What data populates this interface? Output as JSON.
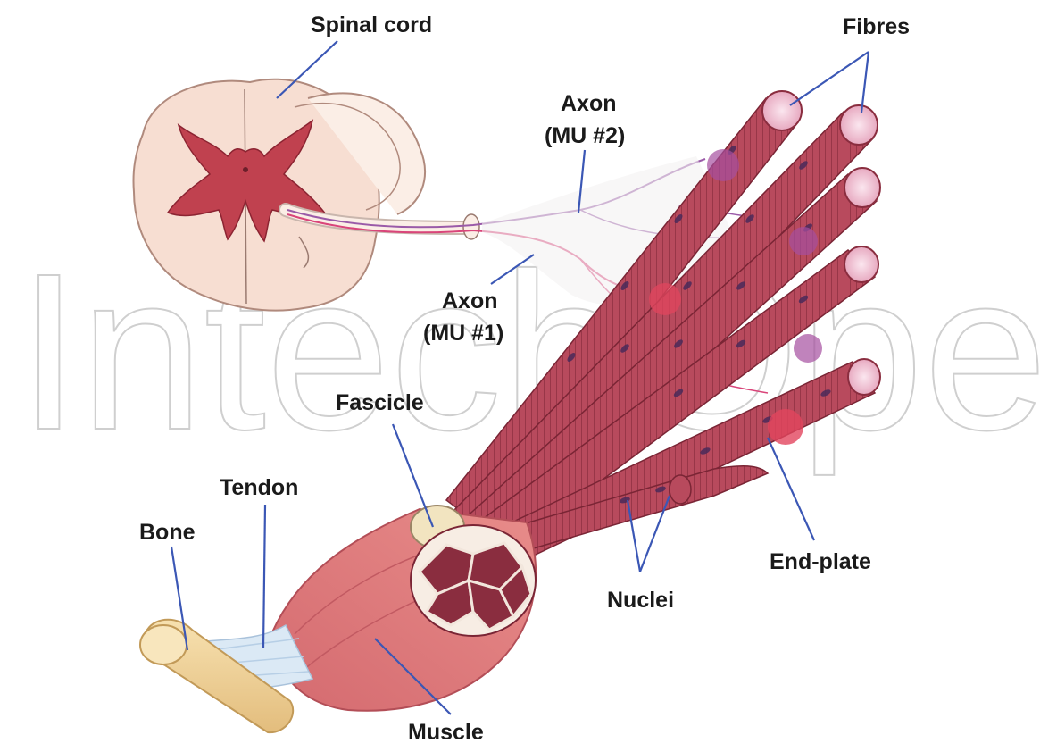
{
  "watermark": "IntechOpen",
  "labels": {
    "spinal_cord": "Spinal cord",
    "fibres": "Fibres",
    "axon_mu2_line1": "Axon",
    "axon_mu2_line2": "(MU #2)",
    "axon_mu1_line1": "Axon",
    "axon_mu1_line2": "(MU #1)",
    "fascicle": "Fascicle",
    "tendon": "Tendon",
    "bone": "Bone",
    "muscle": "Muscle",
    "nuclei": "Nuclei",
    "end_plate": "End-plate"
  },
  "colors": {
    "label_text": "#1a1a1a",
    "leader_line": "#3b57b5",
    "muscle_fiber": "#b5485a",
    "grey_matter": "#c0414f",
    "spinal_cord_fill": "#f7ded2",
    "bone": "#f2d39a",
    "tendon": "#dbe9f5",
    "axon_mu1": "#d9457a",
    "axon_mu2": "#9a5aa8"
  }
}
